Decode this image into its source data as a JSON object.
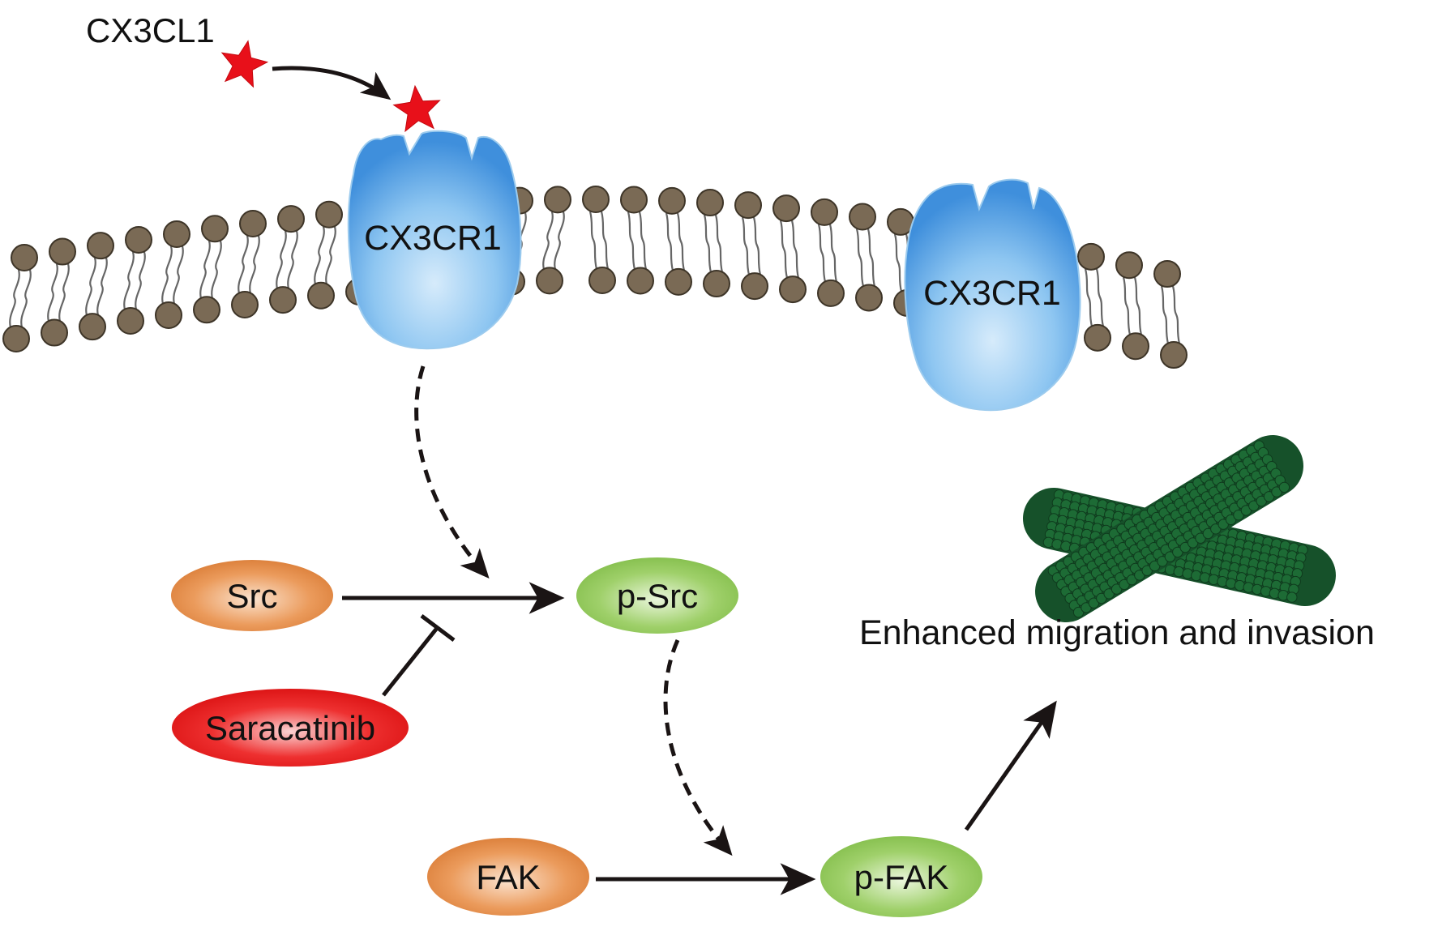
{
  "figure": {
    "ligand_label": "CX3CL1",
    "receptors": [
      {
        "label": "CX3CR1",
        "state": "ligand-bound"
      },
      {
        "label": "CX3CR1",
        "state": "unbound"
      }
    ],
    "nodes": {
      "src": {
        "label": "Src",
        "color": "#e08a45"
      },
      "saracatinib": {
        "label": "Saracatinib",
        "color": "#e01818"
      },
      "p_src": {
        "label": "p-Src",
        "color": "#8cc653"
      },
      "fak": {
        "label": "FAK",
        "color": "#e08a45"
      },
      "p_fak": {
        "label": "p-FAK",
        "color": "#8cc653"
      }
    },
    "outcome_label": "Enhanced migration and invasion",
    "colors": {
      "ligand": "#e8101a",
      "receptor": "#6fb3ea",
      "lipid_head": "#7a6a55",
      "microtubule": "#1d6b35",
      "arrow": "#1a1414"
    },
    "edges": [
      {
        "from": "CX3CL1",
        "to": "CX3CR1",
        "type": "binding"
      },
      {
        "from": "CX3CR1",
        "to": "p-Src",
        "type": "indirect"
      },
      {
        "from": "Src",
        "to": "p-Src",
        "type": "activation"
      },
      {
        "from": "Saracatinib",
        "to": "Src→p-Src",
        "type": "inhibition"
      },
      {
        "from": "p-Src",
        "to": "p-FAK",
        "type": "indirect"
      },
      {
        "from": "FAK",
        "to": "p-FAK",
        "type": "activation"
      },
      {
        "from": "p-FAK",
        "to": "Enhanced migration and invasion",
        "type": "activation"
      }
    ]
  }
}
